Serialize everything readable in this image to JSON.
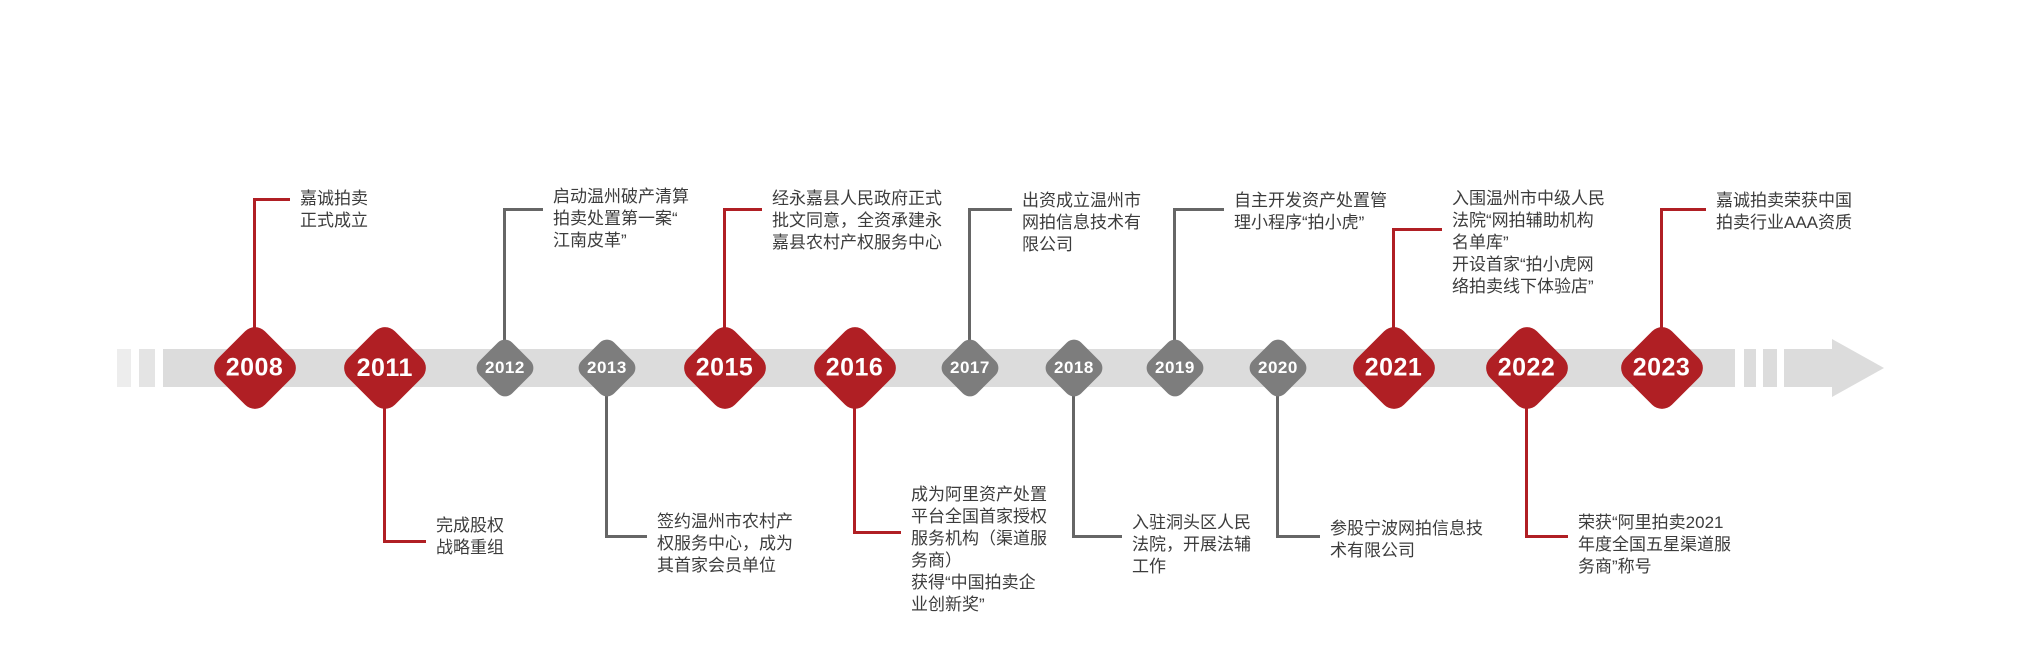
{
  "page": {
    "background": "#ffffff",
    "colors": {
      "accent_red": "#b01f24",
      "diamond_gray": "#7d7d7d",
      "band_gray": "#dcdcdc",
      "connector_gray": "#666666",
      "text_color": "#3c3c3c"
    }
  },
  "timeline": {
    "items": [
      {
        "year": "2008",
        "type": "major",
        "side": "above",
        "text": "嘉诚拍卖\n正式成立"
      },
      {
        "year": "2011",
        "type": "major",
        "side": "below",
        "text": "完成股权\n战略重组"
      },
      {
        "year": "2012",
        "type": "minor",
        "side": "above",
        "text": "启动温州破产清算\n拍卖处置第一案“\n江南皮革”"
      },
      {
        "year": "2013",
        "type": "minor",
        "side": "below",
        "text": "签约温州市农村产\n权服务中心，成为\n其首家会员单位"
      },
      {
        "year": "2015",
        "type": "major",
        "side": "above",
        "text": "经永嘉县人民政府正式\n批文同意，全资承建永\n嘉县农村产权服务中心"
      },
      {
        "year": "2016",
        "type": "major",
        "side": "below",
        "text": "成为阿里资产处置\n平台全国首家授权\n服务机构（渠道服\n务商）\n获得“中国拍卖企\n业创新奖”"
      },
      {
        "year": "2017",
        "type": "minor",
        "side": "above",
        "text": "出资成立温州市\n网拍信息技术有\n限公司"
      },
      {
        "year": "2018",
        "type": "minor",
        "side": "below",
        "text": "入驻洞头区人民\n法院，开展法辅\n工作"
      },
      {
        "year": "2019",
        "type": "minor",
        "side": "above",
        "text": "自主开发资产处置管\n理小程序“拍小虎”"
      },
      {
        "year": "2020",
        "type": "minor",
        "side": "below",
        "text": "参股宁波网拍信息技\n术有限公司"
      },
      {
        "year": "2021",
        "type": "major",
        "side": "above",
        "text": "入围温州市中级人民\n法院“网拍辅助机构\n名单库”\n开设首家“拍小虎网\n络拍卖线下体验店”"
      },
      {
        "year": "2022",
        "type": "major",
        "side": "below",
        "text": "荣获“阿里拍卖2021\n年度全国五星渠道服\n务商”称号"
      },
      {
        "year": "2023",
        "type": "major",
        "side": "above",
        "text": "嘉诚拍卖荣获中国\n拍卖行业AAA资质"
      }
    ]
  }
}
